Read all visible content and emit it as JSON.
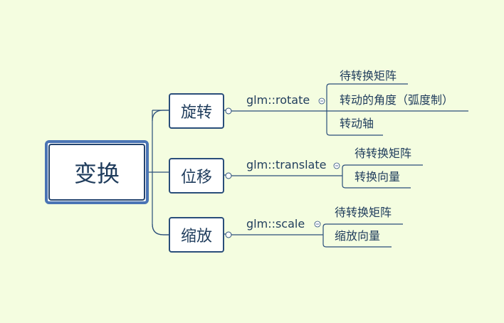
{
  "root": {
    "label": "变换"
  },
  "branches": [
    {
      "label": "旋转",
      "function": "glm::rotate",
      "params": [
        "待转换矩阵",
        "转动的角度（弧度制）",
        "转动轴"
      ]
    },
    {
      "label": "位移",
      "function": "glm::translate",
      "params": [
        "待转换矩阵",
        "转换向量"
      ]
    },
    {
      "label": "缩放",
      "function": "glm::scale",
      "params": [
        "待转换矩阵",
        "缩放向量"
      ]
    }
  ],
  "colors": {
    "background": "#f4fde0",
    "line": "#2a4e7a",
    "root_border": "#4a74b4",
    "text": "#1f3c5c"
  }
}
